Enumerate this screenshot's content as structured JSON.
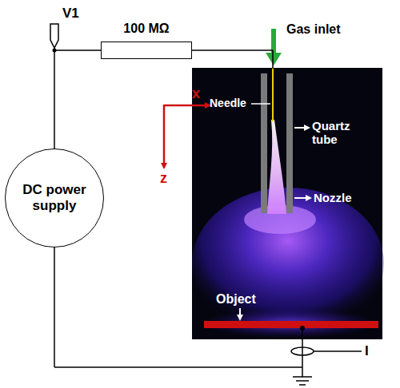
{
  "diagram": {
    "nodes": [
      {
        "text": [
          "DC power supply"
        ]
      },
      {
        "text": [
          "100 MΩ"
        ]
      }
    ],
    "edges": [
      {
        "from": 0,
        "to": 1,
        "arrow": "none"
      }
    ],
    "labels": [
      "V1",
      "Gas inlet",
      "x",
      "Needle",
      "Quartz tube",
      "Nozzle",
      "z",
      "Object",
      "I"
    ]
  }
}
